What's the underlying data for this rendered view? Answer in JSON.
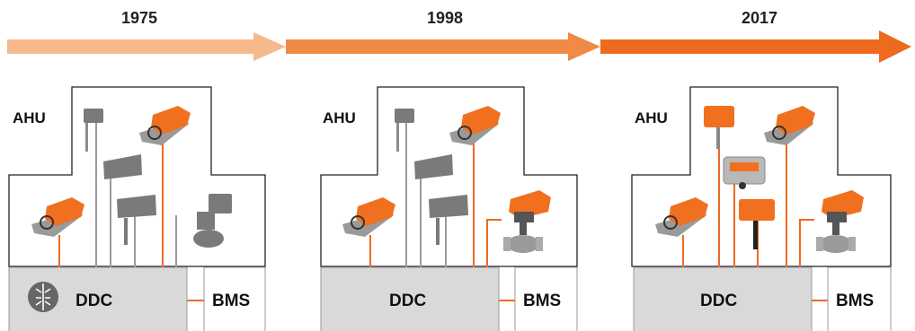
{
  "timeline": {
    "years": [
      "1975",
      "1998",
      "2017"
    ],
    "colors": [
      "#f6b98b",
      "#f08a45",
      "#ee6a1e"
    ]
  },
  "panels": [
    {
      "ahu_label": "AHU",
      "ddc_label": "DDC",
      "bms_label": "BMS",
      "has_brain_icon": true
    },
    {
      "ahu_label": "AHU",
      "ddc_label": "DDC",
      "bms_label": "BMS",
      "has_brain_icon": false
    },
    {
      "ahu_label": "AHU",
      "ddc_label": "DDC",
      "bms_label": "BMS",
      "has_brain_icon": false
    }
  ],
  "colors": {
    "orange_wire": "#ee6a1e",
    "gray_wire": "#9a9a9a",
    "ddc_fill": "#d9d9d9",
    "device_orange": "#f07020",
    "device_gray": "#7a7a7a"
  },
  "icons": [
    "brain-circuit-icon",
    "damper-actuator-icon",
    "valve-actuator-icon",
    "sensor-icon",
    "controller-module-icon"
  ]
}
